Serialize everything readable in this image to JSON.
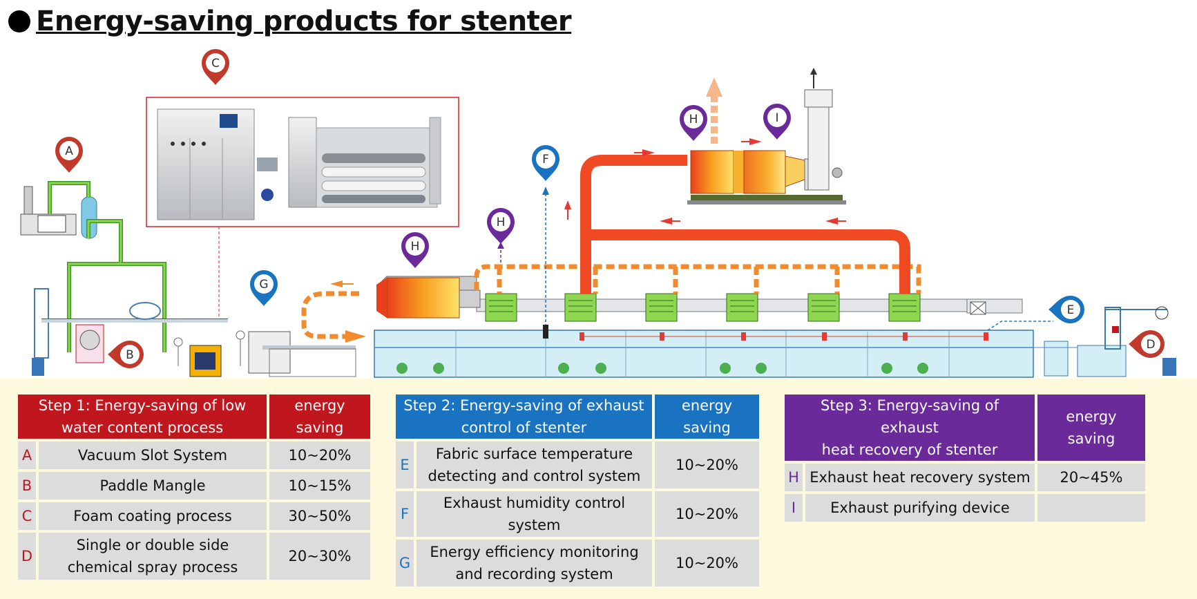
{
  "title": "Energy-saving products for stenter",
  "markers": {
    "a": "A",
    "b": "B",
    "c": "C",
    "d": "D",
    "e": "E",
    "f": "F",
    "g": "G",
    "h1": "H",
    "h2": "H",
    "h3": "H",
    "i": "I"
  },
  "colors": {
    "step1": "#c0171f",
    "step2": "#1a73c0",
    "step3": "#6a2a9a",
    "duct_solid": "#ef4a23",
    "duct_dashed": "#f28b30",
    "pipe_green": "#78c43a",
    "band": "#fdf9dd"
  },
  "step1": {
    "header": "Step 1: Energy-saving of low water content process",
    "header_line1": "Step 1: Energy-saving of low",
    "header_line2": "water content process",
    "saving_header": "energy saving",
    "rows": [
      {
        "key": "A",
        "name": "Vacuum Slot System",
        "saving": "10~20%"
      },
      {
        "key": "B",
        "name": "Paddle Mangle",
        "saving": "10~15%"
      },
      {
        "key": "C",
        "name": "Foam coating process",
        "saving": "30~50%"
      },
      {
        "key": "D",
        "name_line1": "Single or double side",
        "name_line2": "chemical spray process",
        "saving": "20~30%"
      }
    ]
  },
  "step2": {
    "header_line1": "Step 2: Energy-saving of exhaust",
    "header_line2": "control of stenter",
    "saving_header": "energy saving",
    "rows": [
      {
        "key": "E",
        "name_line1": "Fabric surface temperature",
        "name_line2": "detecting and control system",
        "saving": "10~20%"
      },
      {
        "key": "F",
        "name": "Exhaust humidity control system",
        "saving": "10~20%"
      },
      {
        "key": "G",
        "name_line1": "Energy efficiency monitoring",
        "name_line2": "and recording system",
        "saving": "10~20%"
      }
    ]
  },
  "step3": {
    "header_line1": "Step 3: Energy-saving of exhaust",
    "header_line2": "heat recovery of stenter",
    "saving_header": "energy saving",
    "rows": [
      {
        "key": "H",
        "name": "Exhaust heat recovery system",
        "saving": "20~45%"
      },
      {
        "key": "I",
        "name": "Exhaust purifying device",
        "saving": ""
      }
    ]
  }
}
